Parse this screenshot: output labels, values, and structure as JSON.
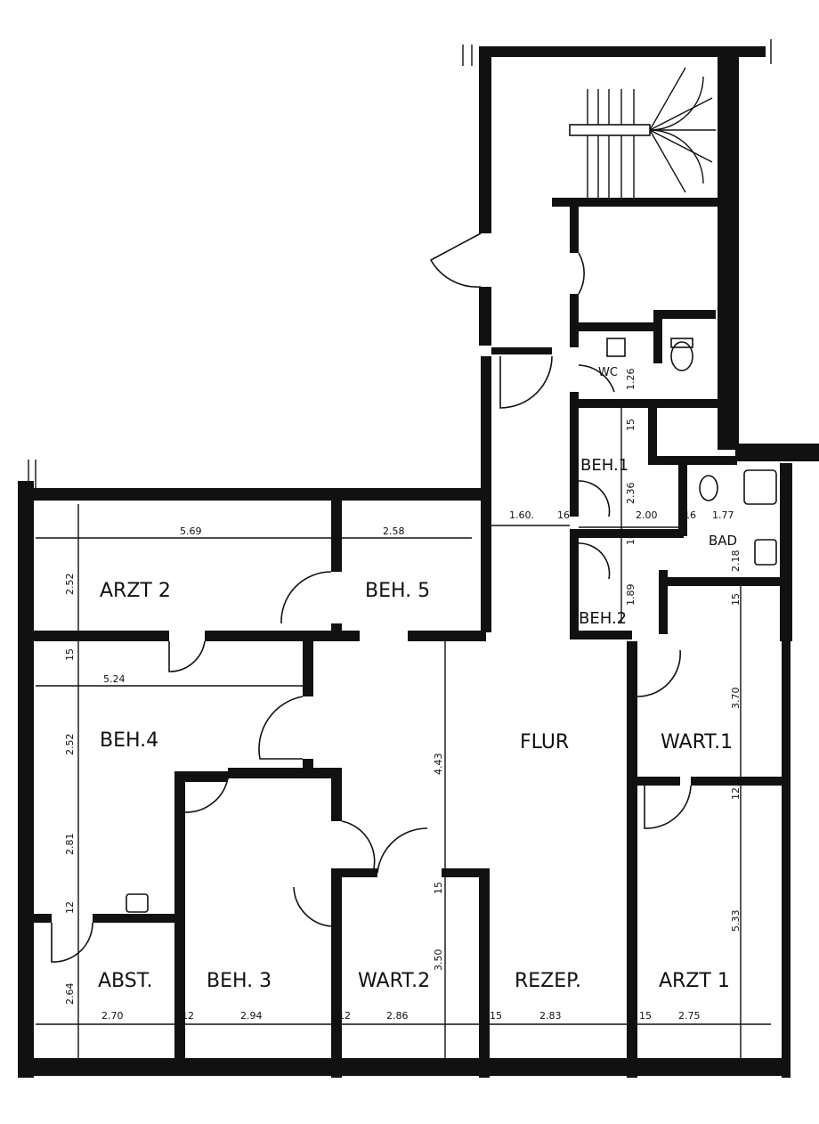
{
  "rooms": {
    "arzt2": "ARZT 2",
    "beh5": "BEH. 5",
    "beh4": "BEH.4",
    "beh1": "BEH.1",
    "beh2": "BEH.2",
    "wc": "WC",
    "bad": "BAD",
    "flur": "FLUR",
    "wart1": "WART.1",
    "beh3": "BEH. 3",
    "abst": "ABST.",
    "wart2": "WART.2",
    "rezep": "REZEP.",
    "arzt1": "ARZT 1"
  },
  "dimensions": {
    "d569": "5.69",
    "d258": "2.58",
    "d252a": "2.52",
    "d15a": "15",
    "d524": "5.24",
    "d252b": "2.52",
    "d281": "2.81",
    "d12a": "12",
    "d264": "2.64",
    "d443": "4.43",
    "d160": "1.60.",
    "d16a": "16",
    "d200": "2.00",
    "d16b": "16",
    "d177": "1.77",
    "d236": "2.36",
    "d15b": "15",
    "d10": "10",
    "d189": "1.89",
    "d218": "2.18",
    "d126": "1.26",
    "d15c": "15",
    "d370": "3.70",
    "d12b": "12",
    "d533": "5.33",
    "d15d": "15",
    "d350": "3.50",
    "d270": "2.70",
    "d12c": "12",
    "d294": "2.94",
    "d12d": "12",
    "d286": "2.86",
    "d15e": "15",
    "d283": "2.83",
    "d15f": "15",
    "d275": "2.75"
  }
}
